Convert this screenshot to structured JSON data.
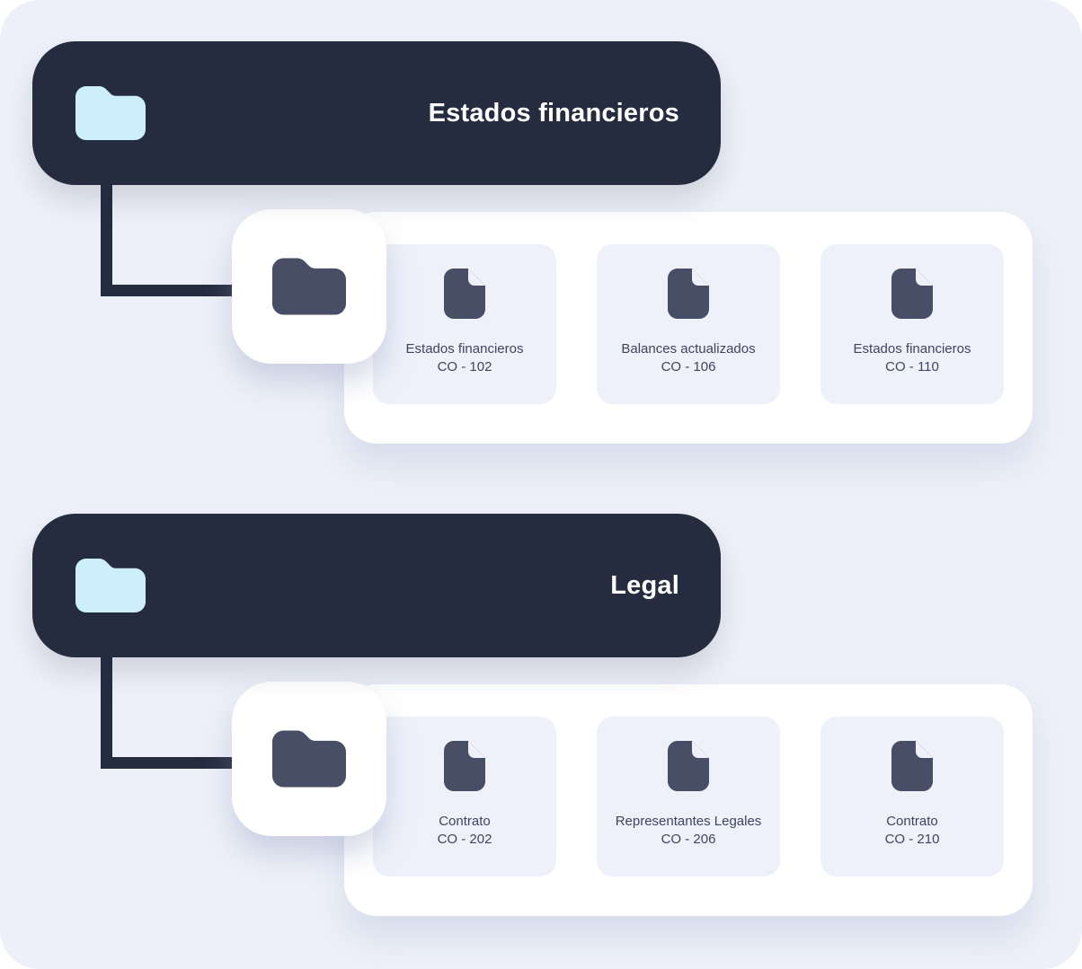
{
  "sections": [
    {
      "title": "Estados financieros",
      "header_icon": "folder-icon",
      "subfolder_icon": "folder-icon",
      "documents": [
        {
          "icon": "document-icon",
          "name": "Estados financieros",
          "code": "CO - 102"
        },
        {
          "icon": "document-icon",
          "name": "Balances actualizados",
          "code": "CO - 106"
        },
        {
          "icon": "document-icon",
          "name": "Estados financieros",
          "code": "CO - 110"
        }
      ]
    },
    {
      "title": "Legal",
      "header_icon": "folder-icon",
      "subfolder_icon": "folder-icon",
      "documents": [
        {
          "icon": "document-icon",
          "name": "Contrato",
          "code": "CO - 202"
        },
        {
          "icon": "document-icon",
          "name": "Representantes Legales",
          "code": "CO - 206"
        },
        {
          "icon": "document-icon",
          "name": "Contrato",
          "code": "CO - 210"
        }
      ]
    }
  ],
  "colors": {
    "background": "#edf0f8",
    "header_bar": "#262c40",
    "connector": "#262c40",
    "folder_icon_light": "#cdeffc",
    "folder_icon_dark": "#474e66",
    "document_icon": "#474e66",
    "panel_background": "#ffffff",
    "card_background": "#eef1f9",
    "card_text": "#3d4560",
    "title_text": "#ffffff"
  }
}
